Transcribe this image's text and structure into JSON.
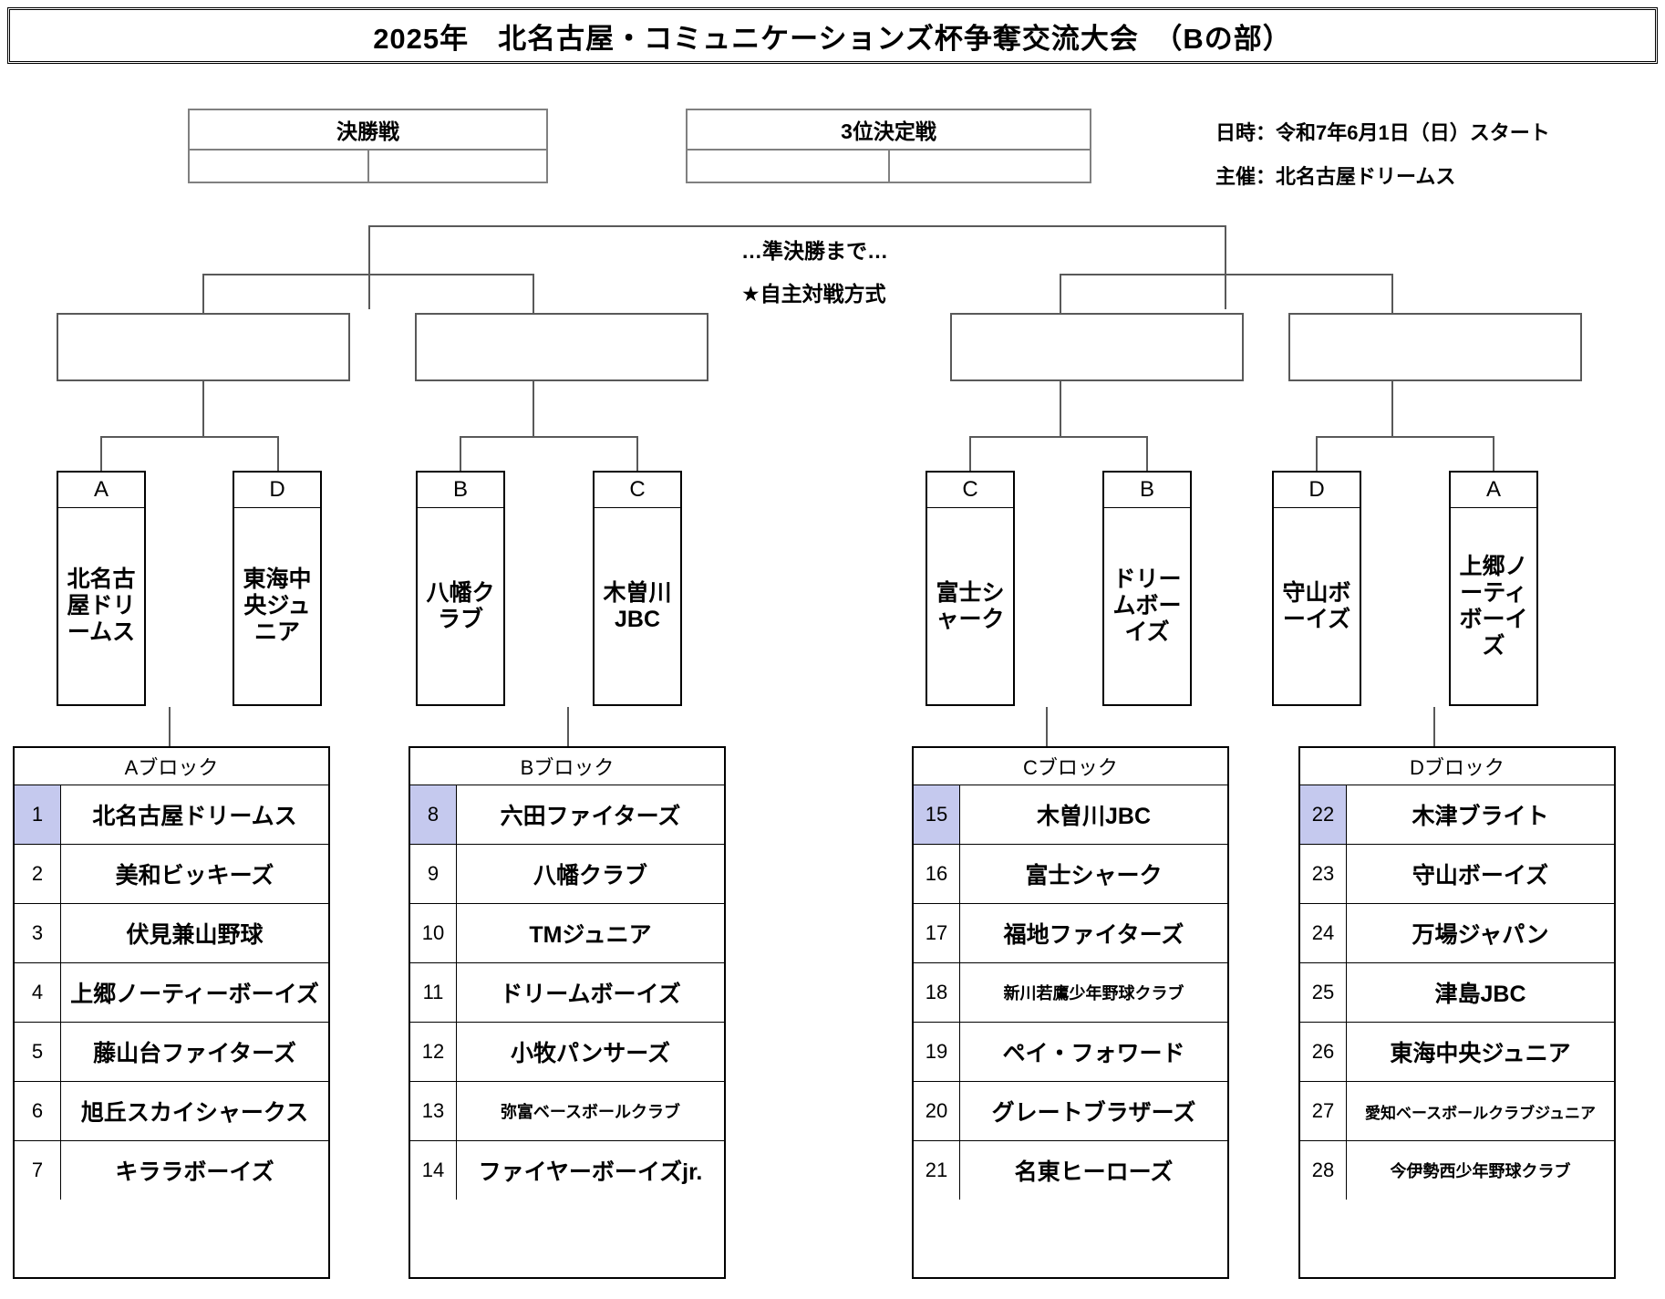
{
  "title": "2025年　北名古屋・コミュニケーションズ杯争奪交流大会　（Bの部）",
  "top_matches": [
    {
      "label": "決勝戦"
    },
    {
      "label": "3位決定戦"
    }
  ],
  "info": {
    "date_line": "日時：令和7年6月1日（日）スタート",
    "host_line": "主催：北名古屋ドリームス"
  },
  "notes": {
    "line1": "…準決勝まで…",
    "line2": "★自主対戦方式"
  },
  "bracket_teams": [
    {
      "seed": "A",
      "name": "北名古屋ドリームス"
    },
    {
      "seed": "D",
      "name": "東海中央ジュニア"
    },
    {
      "seed": "B",
      "name": "八幡クラブ"
    },
    {
      "seed": "C",
      "name": "木曽川JBC"
    },
    {
      "seed": "C",
      "name": "富士シャーク"
    },
    {
      "seed": "B",
      "name": "ドリームボーイズ"
    },
    {
      "seed": "D",
      "name": "守山ボーイズ"
    },
    {
      "seed": "A",
      "name": "上郷ノーティボーイズ"
    }
  ],
  "blocks": [
    {
      "title": "Aブロック",
      "rows": [
        {
          "num": "1",
          "name": "北名古屋ドリームス",
          "highlight": true,
          "size": "normal"
        },
        {
          "num": "2",
          "name": "美和ビッキーズ",
          "highlight": false,
          "size": "normal"
        },
        {
          "num": "3",
          "name": "伏見兼山野球",
          "highlight": false,
          "size": "normal"
        },
        {
          "num": "4",
          "name": "上郷ノーティーボーイズ",
          "highlight": false,
          "size": "normal"
        },
        {
          "num": "5",
          "name": "藤山台ファイターズ",
          "highlight": false,
          "size": "normal"
        },
        {
          "num": "6",
          "name": "旭丘スカイシャークス",
          "highlight": false,
          "size": "normal"
        },
        {
          "num": "7",
          "name": "キララボーイズ",
          "highlight": false,
          "size": "normal"
        }
      ]
    },
    {
      "title": "Bブロック",
      "rows": [
        {
          "num": "8",
          "name": "六田ファイターズ",
          "highlight": true,
          "size": "normal"
        },
        {
          "num": "9",
          "name": "八幡クラブ",
          "highlight": false,
          "size": "normal"
        },
        {
          "num": "10",
          "name": "TMジュニア",
          "highlight": false,
          "size": "normal"
        },
        {
          "num": "11",
          "name": "ドリームボーイズ",
          "highlight": false,
          "size": "normal"
        },
        {
          "num": "12",
          "name": "小牧パンサーズ",
          "highlight": false,
          "size": "normal"
        },
        {
          "num": "13",
          "name": "弥富ベースボールクラブ",
          "highlight": false,
          "size": "small"
        },
        {
          "num": "14",
          "name": "ファイヤーボーイズjr.",
          "highlight": false,
          "size": "normal"
        }
      ]
    },
    {
      "title": "Cブロック",
      "rows": [
        {
          "num": "15",
          "name": "木曽川JBC",
          "highlight": true,
          "size": "normal"
        },
        {
          "num": "16",
          "name": "富士シャーク",
          "highlight": false,
          "size": "normal"
        },
        {
          "num": "17",
          "name": "福地ファイターズ",
          "highlight": false,
          "size": "normal"
        },
        {
          "num": "18",
          "name": "新川若鷹少年野球クラブ",
          "highlight": false,
          "size": "small"
        },
        {
          "num": "19",
          "name": "ペイ・フォワード",
          "highlight": false,
          "size": "normal"
        },
        {
          "num": "20",
          "name": "グレートブラザーズ",
          "highlight": false,
          "size": "normal"
        },
        {
          "num": "21",
          "name": "名東ヒーローズ",
          "highlight": false,
          "size": "normal"
        }
      ]
    },
    {
      "title": "Dブロック",
      "rows": [
        {
          "num": "22",
          "name": "木津ブライト",
          "highlight": true,
          "size": "normal"
        },
        {
          "num": "23",
          "name": "守山ボーイズ",
          "highlight": false,
          "size": "normal"
        },
        {
          "num": "24",
          "name": "万場ジャパン",
          "highlight": false,
          "size": "normal"
        },
        {
          "num": "25",
          "name": "津島JBC",
          "highlight": false,
          "size": "normal"
        },
        {
          "num": "26",
          "name": "東海中央ジュニア",
          "highlight": false,
          "size": "normal"
        },
        {
          "num": "27",
          "name": "愛知ベースボールクラブジュニア",
          "highlight": false,
          "size": "tiny"
        },
        {
          "num": "28",
          "name": "今伊勢西少年野球クラブ",
          "highlight": false,
          "size": "small"
        }
      ]
    }
  ],
  "colors": {
    "highlight": "#c5c9ee",
    "line": "#595959",
    "border": "#000000"
  }
}
